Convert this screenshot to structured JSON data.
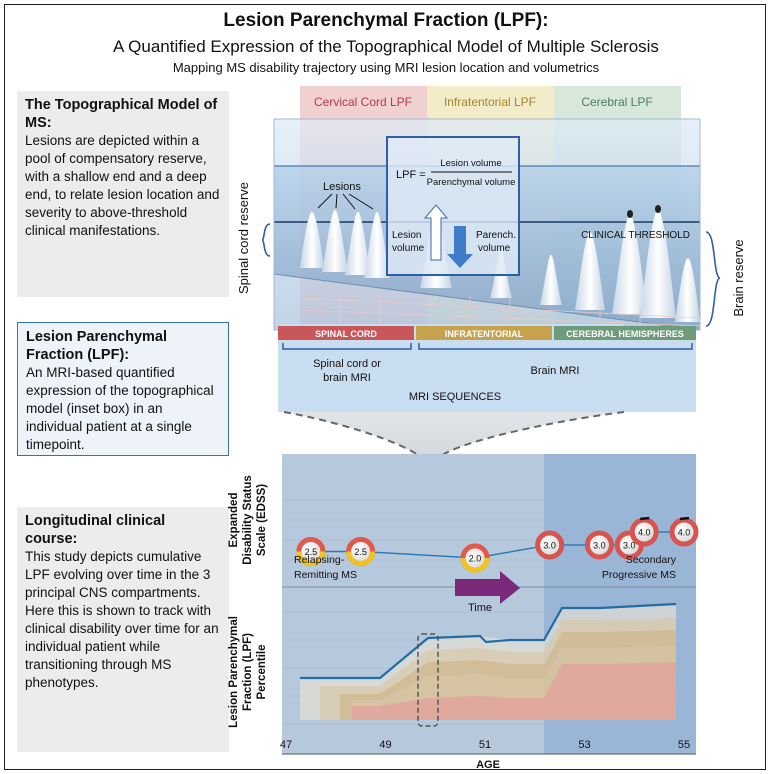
{
  "header": {
    "title": "Lesion Parenchymal Fraction (LPF):",
    "subtitle": "A Quantified Expression of the Topographical Model of Multiple Sclerosis",
    "subtitle2": "Mapping MS disability trajectory using MRI lesion location and volumetrics"
  },
  "sidebar": {
    "box1": {
      "heading": "The Topographical Model of MS:",
      "body": "Lesions are depicted within a pool of compensatory reserve, with a shallow end and a deep end, to relate lesion location and severity to above-threshold clinical manifestations."
    },
    "box2": {
      "heading": "Lesion Parenchymal Fraction (LPF):",
      "body": "An MRI-based quantified expression of the topographical model (inset box) in an individual patient at a single timepoint."
    },
    "box3": {
      "heading": "Longitudinal clinical course:",
      "body": "This study depicts cumulative LPF evolving over time in the 3 principal CNS compartments. Here this is shown to track with clinical disability over time for an individual patient while transitioning through MS phenotypes."
    }
  },
  "model": {
    "columns": [
      "Cervical Cord LPF",
      "Infratentorial LPF",
      "Cerebral LPF"
    ],
    "column_colors": [
      "#f1d0d0",
      "#f3ecc9",
      "#d7e8da"
    ],
    "spinal_reserve": "Spinal cord reserve",
    "brain_reserve": "Brain reserve",
    "lesions_label": "Lesions",
    "clinical_threshold": "CLINICAL THRESHOLD",
    "formula_lhs": "LPF =",
    "formula_num": "Lesion volume",
    "formula_den": "Parenchymal volume",
    "lesion_volume": [
      "Lesion",
      "volume"
    ],
    "parench_volume": [
      "Parench.",
      "volume"
    ],
    "regions": [
      "SPINAL CORD",
      "INFRATENTORIAL",
      "CEREBRAL HEMISPHERES"
    ],
    "region_colors": [
      "#c9575a",
      "#c6a24c",
      "#6e9b7a"
    ],
    "mri_spinal": [
      "Spinal cord or",
      "brain MRI"
    ],
    "mri_brain": "Brain MRI",
    "mri_sequences": "MRI SEQUENCES"
  },
  "chart": {
    "edss_ylabel": [
      "Expanded",
      "Disability Status",
      "Scale (EDSS)"
    ],
    "lpf_ylabel": [
      "Lesion Parenchymal",
      "Fraction (LPF)",
      "Percentile"
    ],
    "phase_rr": [
      "Relapsing-",
      "Remitting MS"
    ],
    "phase_sp": [
      "Secondary",
      "Progressive MS"
    ],
    "time_label": "Time",
    "xlabel": "AGE",
    "xticks": [
      "47",
      "49",
      "51",
      "53",
      "55"
    ],
    "edss_points": [
      {
        "age": 47.5,
        "value": "2.5"
      },
      {
        "age": 48.5,
        "value": "2.5"
      },
      {
        "age": 50.8,
        "value": "2.0"
      },
      {
        "age": 52.3,
        "value": "3.0"
      },
      {
        "age": 53.3,
        "value": "3.0"
      },
      {
        "age": 53.9,
        "value": "3.0"
      },
      {
        "age": 54.2,
        "value": "4.0"
      },
      {
        "age": 55.0,
        "value": "4.0"
      }
    ],
    "colors": {
      "rr_bg": "#b6c8dc",
      "sp_bg": "#9ab6d6",
      "lpf_line": "#1f6ea8",
      "time_arrow": "#7a2a78"
    }
  }
}
